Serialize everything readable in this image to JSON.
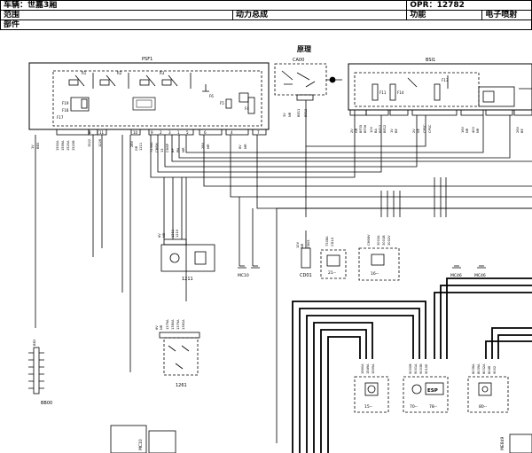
{
  "header": {
    "vehicle": "车辆：世嘉3厢",
    "opr": "OPR：12782",
    "scope_label": "范围",
    "assembly": "动力总成",
    "function_label": "功能",
    "function_value": "电子喷射",
    "part_label": "部件"
  },
  "diagram": {
    "title": "原理",
    "psf1": {
      "label": "PSF1",
      "fuse_labels": [
        "F19",
        "F18",
        "F17",
        "F6",
        "F5",
        "F4"
      ],
      "relay_labels": [
        "R1",
        "R2",
        "R3"
      ],
      "connector_codes": [
        "1V",
        "BB3",
        "15S0A",
        "1559A",
        "1520A",
        "1520B",
        "1522",
        "1226",
        "28V",
        "GR",
        "1211",
        "7236A",
        "CMSH",
        "13",
        "CMSP",
        "BP",
        "PN",
        "MR",
        "28V",
        "MR",
        "8V",
        "MR"
      ],
      "pin_numbers": [
        "8",
        "11",
        "10",
        "9",
        "2",
        "3",
        "1",
        "5",
        "6",
        "4",
        "7"
      ]
    },
    "ca00": {
      "label": "CA00",
      "codes": [
        "3V",
        "NR",
        "BE11",
        "BE12"
      ]
    },
    "bsi1": {
      "label": "BSI1",
      "fuse_labels": [
        "F11",
        "F14",
        "F13"
      ],
      "connector_codes": [
        "2V",
        "GR",
        "BF35",
        "BF36",
        "10V",
        "BA",
        "BE12",
        "BE12",
        "1V",
        "BE",
        "2V",
        "VE",
        "CPSC",
        "CPSC",
        "16V",
        "NR",
        "40V",
        "NR",
        "26V",
        "BE"
      ]
    },
    "c1211": {
      "label": "1211",
      "codes": [
        "6V",
        "NR",
        "1211",
        "1219"
      ]
    },
    "c1261": {
      "label": "1261",
      "codes": [
        "6V",
        "NR",
        "1379A",
        "1380A",
        "1379A",
        "1381A"
      ]
    },
    "bb00": {
      "label": "BB00",
      "codes": [
        "BB3"
      ]
    },
    "cd01": {
      "label": "CD01",
      "codes": [
        "10V",
        "NR",
        "CB05"
      ]
    },
    "ground_labels": [
      "MC10",
      "MC46",
      "MC46",
      "MC10",
      "ME849"
    ],
    "group21": {
      "label": "21--",
      "codes": [
        "7308A",
        "CD14"
      ]
    },
    "group16": {
      "label": "16--",
      "codes": [
        "CM06V",
        "3003A",
        "3001B",
        "3002V"
      ]
    },
    "group15": {
      "label": "15--",
      "codes": [
        "1560A",
        "1549A",
        "1599A"
      ]
    },
    "group70": {
      "label": "70--",
      "code": "78--",
      "badge": "ESP",
      "codes": [
        "9000B",
        "9001A",
        "9003B",
        "9010E"
      ]
    },
    "group80": {
      "label": "80--",
      "codes": [
        "8036A",
        "8039A",
        "8032A",
        "8048",
        "9002"
      ]
    }
  }
}
